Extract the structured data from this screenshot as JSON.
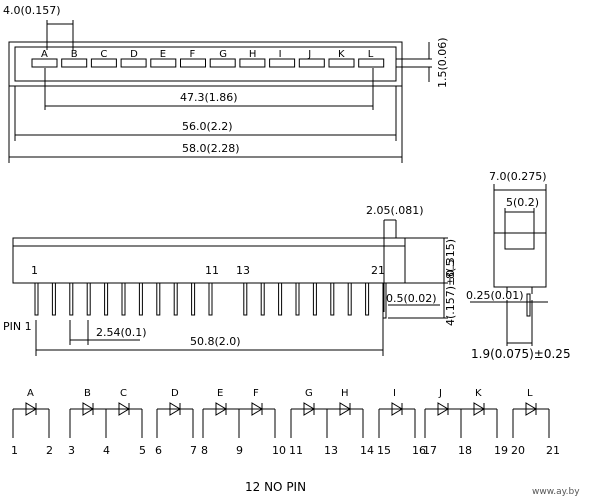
{
  "top_view": {
    "segments": [
      "A",
      "B",
      "C",
      "D",
      "E",
      "F",
      "G",
      "H",
      "I",
      "J",
      "K",
      "L"
    ],
    "dims": {
      "segment_pitch": "4.0(0.157)",
      "segment_height": "1.5(0.06)",
      "span_a_to_l": "47.3(1.86)",
      "window_length": "56.0(2.2)",
      "overall_length": "58.0(2.28)"
    }
  },
  "side_view": {
    "pin_labels": {
      "first": "1",
      "eleventh": "11",
      "thirteenth": "13",
      "last": "21"
    },
    "pin_caption": "PIN 1",
    "dims": {
      "pin_offset": "2.05(.081)",
      "body_height": "8(.315)",
      "pin_length": "4(.157)±0.5",
      "pin_width": "0.5(0.02)",
      "pin_pitch": "2.54(0.1)",
      "pin_span": "50.8(2.0)"
    }
  },
  "end_view": {
    "dims": {
      "body_width": "7.0(0.275)",
      "segment_width": "5(0.2)",
      "pin_thickness": "0.25(0.01)",
      "row_spacing": "1.9(0.075)±0.25"
    }
  },
  "circuit": {
    "diodes": [
      {
        "label": "A",
        "anode_pin": "1",
        "cathode_pin": "2"
      },
      {
        "label": "B",
        "anode_pin": "3",
        "cathode_pin": "4"
      },
      {
        "label": "C",
        "anode_pin": "4",
        "cathode_pin": "5"
      },
      {
        "label": "D",
        "anode_pin": "6",
        "cathode_pin": "7"
      },
      {
        "label": "E",
        "anode_pin": "8",
        "cathode_pin": "9"
      },
      {
        "label": "F",
        "anode_pin": "9",
        "cathode_pin": "10"
      },
      {
        "label": "G",
        "anode_pin": "11",
        "cathode_pin": "13"
      },
      {
        "label": "H",
        "anode_pin": "13",
        "cathode_pin": "14"
      },
      {
        "label": "I",
        "anode_pin": "15",
        "cathode_pin": "16"
      },
      {
        "label": "J",
        "anode_pin": "17",
        "cathode_pin": "18"
      },
      {
        "label": "K",
        "anode_pin": "18",
        "cathode_pin": "19"
      },
      {
        "label": "L",
        "anode_pin": "20",
        "cathode_pin": "21"
      }
    ],
    "pin_count_caption": "12  NO  PIN"
  },
  "watermark": "www.ay.by"
}
